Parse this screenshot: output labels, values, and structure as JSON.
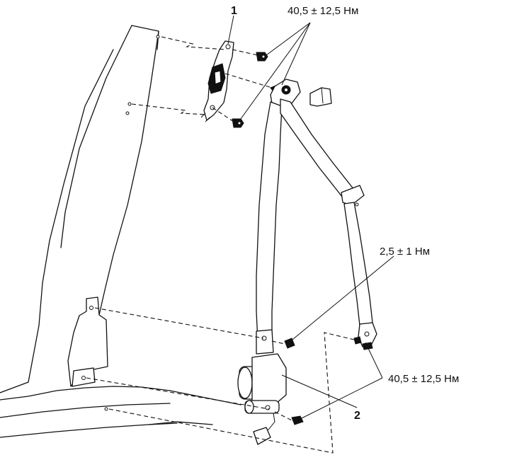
{
  "callouts": {
    "part_1": "1",
    "part_2": "2",
    "torque_top": "40,5 ± 12,5 Нм",
    "torque_middle": "2,5 ± 1 Нм",
    "torque_bottom": "40,5 ± 12,5 Нм"
  }
}
